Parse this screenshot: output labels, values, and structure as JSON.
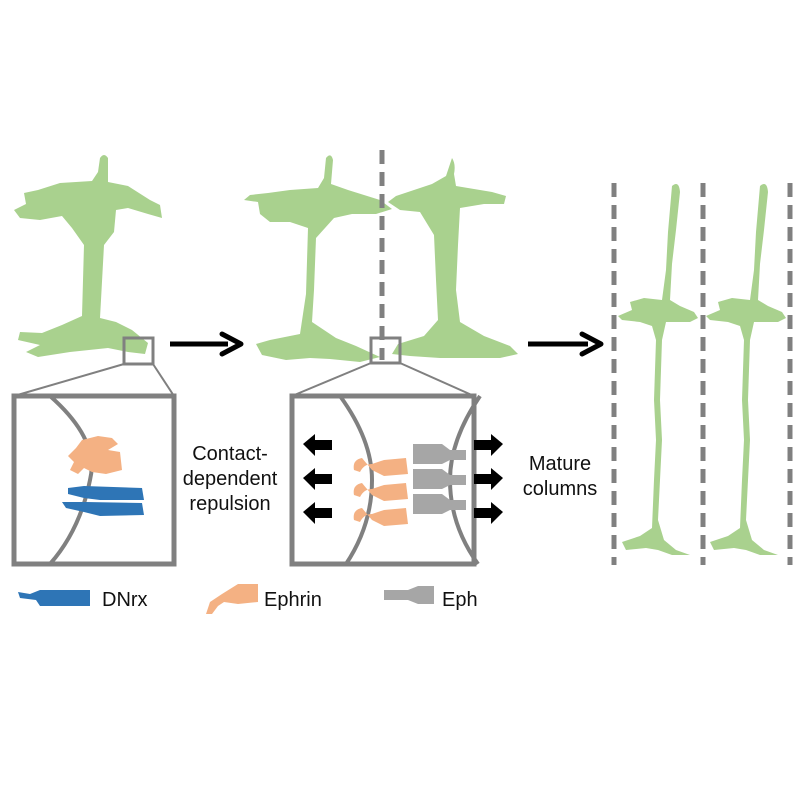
{
  "figure": {
    "stages": [
      {
        "name": "immature-neurons"
      },
      {
        "name": "repelling-neurons"
      },
      {
        "name": "mature-columns"
      }
    ],
    "labels": {
      "contact_line1": "Contact-",
      "contact_line2": "dependent",
      "contact_line3": "repulsion",
      "mature_line1": "Mature",
      "mature_line2": "columns"
    },
    "legend": [
      {
        "name": "dnrx",
        "label": "DNrx",
        "color": "#2e75b6"
      },
      {
        "name": "ephrin",
        "label": "Ephrin",
        "color": "#f4b183"
      },
      {
        "name": "eph",
        "label": "Eph",
        "color": "#a6a6a6"
      }
    ],
    "colors": {
      "neuron": "#a9d18e",
      "boundary": "#808080",
      "arrow": "#000000"
    }
  }
}
